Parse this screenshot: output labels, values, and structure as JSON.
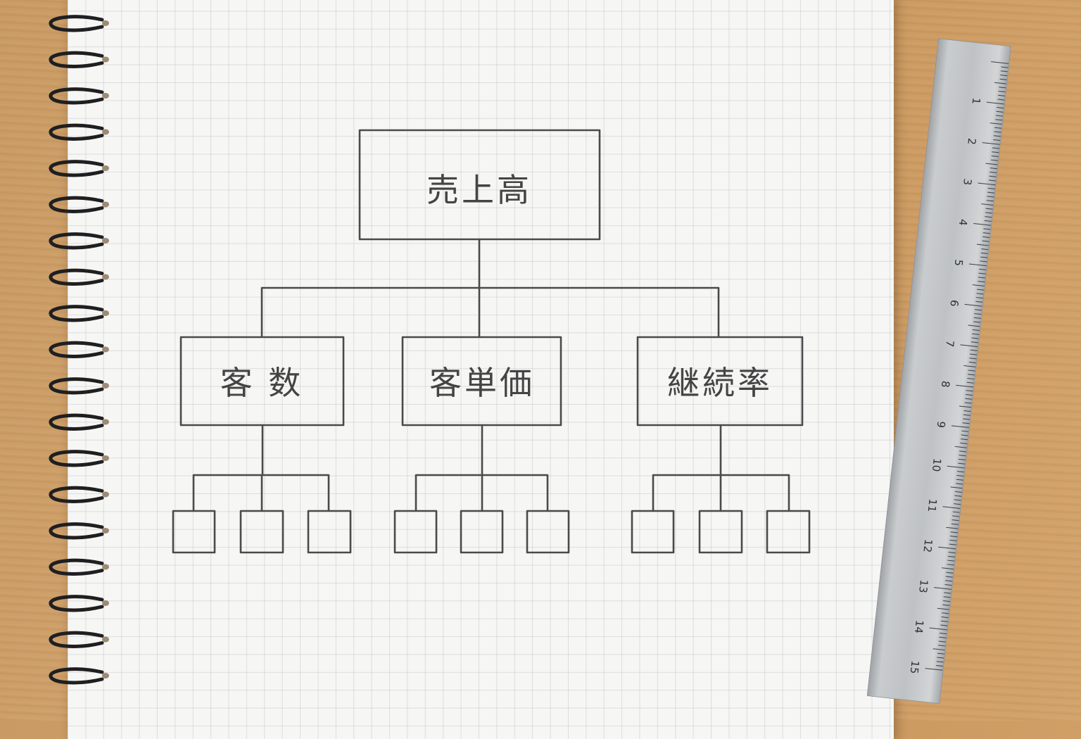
{
  "diagram": {
    "root": {
      "label": "売上高"
    },
    "branches": [
      {
        "label": "客 数",
        "children": 3
      },
      {
        "label": "客単価",
        "children": 3
      },
      {
        "label": "継続率",
        "children": 3
      }
    ]
  },
  "ruler": {
    "ticks": [
      "1",
      "2",
      "3",
      "4",
      "5",
      "6",
      "7",
      "8",
      "9",
      "10",
      "11",
      "12",
      "13",
      "14",
      "15"
    ]
  },
  "colors": {
    "pencil": "#4a4a4a",
    "paper": "#f6f6f4",
    "grid": "#a0aab4",
    "wood": "#c99a63",
    "ruler": "#b9bcbf"
  }
}
